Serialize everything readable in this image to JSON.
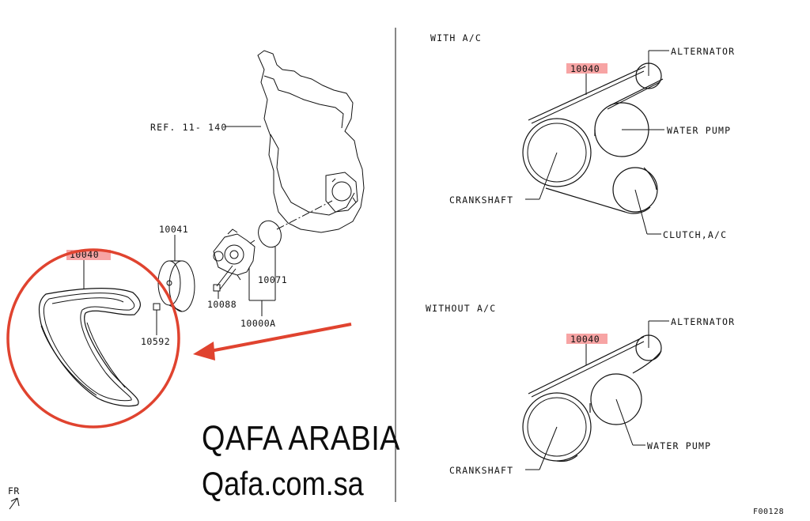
{
  "left_diagram": {
    "ref_label": "REF. 11- 140",
    "part_belt": "10040",
    "part_pulley": "10041",
    "part_gasket": "10071",
    "part_bolt": "10088",
    "part_water_pump_assy": "10000A",
    "part_bolt_small": "10592",
    "front_marker": "FR"
  },
  "with_ac": {
    "heading": "WITH A/C",
    "part_belt": "10040",
    "alternator": "ALTERNATOR",
    "water_pump": "WATER PUMP",
    "crankshaft": "CRANKSHAFT",
    "clutch": "CLUTCH,A/C"
  },
  "without_ac": {
    "heading": "WITHOUT A/C",
    "part_belt": "10040",
    "alternator": "ALTERNATOR",
    "water_pump": "WATER PUMP",
    "crankshaft": "CRANKSHAFT"
  },
  "watermark": {
    "name": "QAFA ARABIA",
    "url": "Qafa.com.sa"
  },
  "figure_code": "F00128",
  "colors": {
    "highlight": "#f7a4a4",
    "annotation_red": "#e0432f",
    "line": "#111111"
  }
}
